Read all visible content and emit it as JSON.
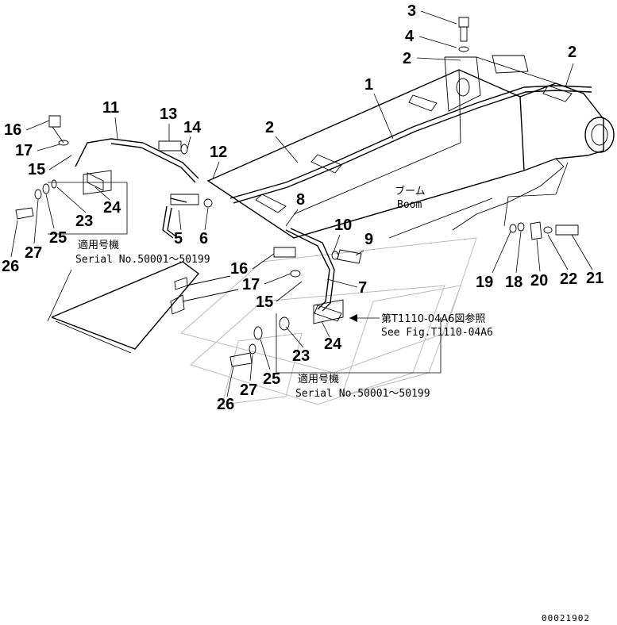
{
  "callouts": [
    {
      "id": "c3",
      "label": "3"
    },
    {
      "id": "c4",
      "label": "4"
    },
    {
      "id": "c2a",
      "label": "2"
    },
    {
      "id": "c2b",
      "label": "2"
    },
    {
      "id": "c1",
      "label": "1"
    },
    {
      "id": "c2c",
      "label": "2"
    },
    {
      "id": "c11",
      "label": "11"
    },
    {
      "id": "c13",
      "label": "13"
    },
    {
      "id": "c14",
      "label": "14"
    },
    {
      "id": "c12",
      "label": "12"
    },
    {
      "id": "c16a",
      "label": "16"
    },
    {
      "id": "c17a",
      "label": "17"
    },
    {
      "id": "c15a",
      "label": "15"
    },
    {
      "id": "c24a",
      "label": "24"
    },
    {
      "id": "c23a",
      "label": "23"
    },
    {
      "id": "c8",
      "label": "8"
    },
    {
      "id": "c5",
      "label": "5"
    },
    {
      "id": "c6",
      "label": "6"
    },
    {
      "id": "c10",
      "label": "10"
    },
    {
      "id": "c9",
      "label": "9"
    },
    {
      "id": "c26a",
      "label": "26"
    },
    {
      "id": "c27a",
      "label": "27"
    },
    {
      "id": "c25a",
      "label": "25"
    },
    {
      "id": "c16b",
      "label": "16"
    },
    {
      "id": "c17b",
      "label": "17"
    },
    {
      "id": "c15b",
      "label": "15"
    },
    {
      "id": "c7",
      "label": "7"
    },
    {
      "id": "c19",
      "label": "19"
    },
    {
      "id": "c18",
      "label": "18"
    },
    {
      "id": "c20",
      "label": "20"
    },
    {
      "id": "c22",
      "label": "22"
    },
    {
      "id": "c21",
      "label": "21"
    },
    {
      "id": "c24b",
      "label": "24"
    },
    {
      "id": "c23b",
      "label": "23"
    },
    {
      "id": "c25b",
      "label": "25"
    },
    {
      "id": "c27b",
      "label": "27"
    },
    {
      "id": "c26b",
      "label": "26"
    }
  ],
  "boom_label": {
    "jp": "ブーム",
    "en": "Boom"
  },
  "applicability_left": {
    "jp": "適用号機",
    "en": "Serial No.50001～50199"
  },
  "applicability_right": {
    "jp": "適用号機",
    "en": "Serial No.50001～50199"
  },
  "reference": {
    "jp": "第T1110-04A6図参照",
    "en": "See Fig.T1110-04A6"
  },
  "figure_code": "00021902"
}
